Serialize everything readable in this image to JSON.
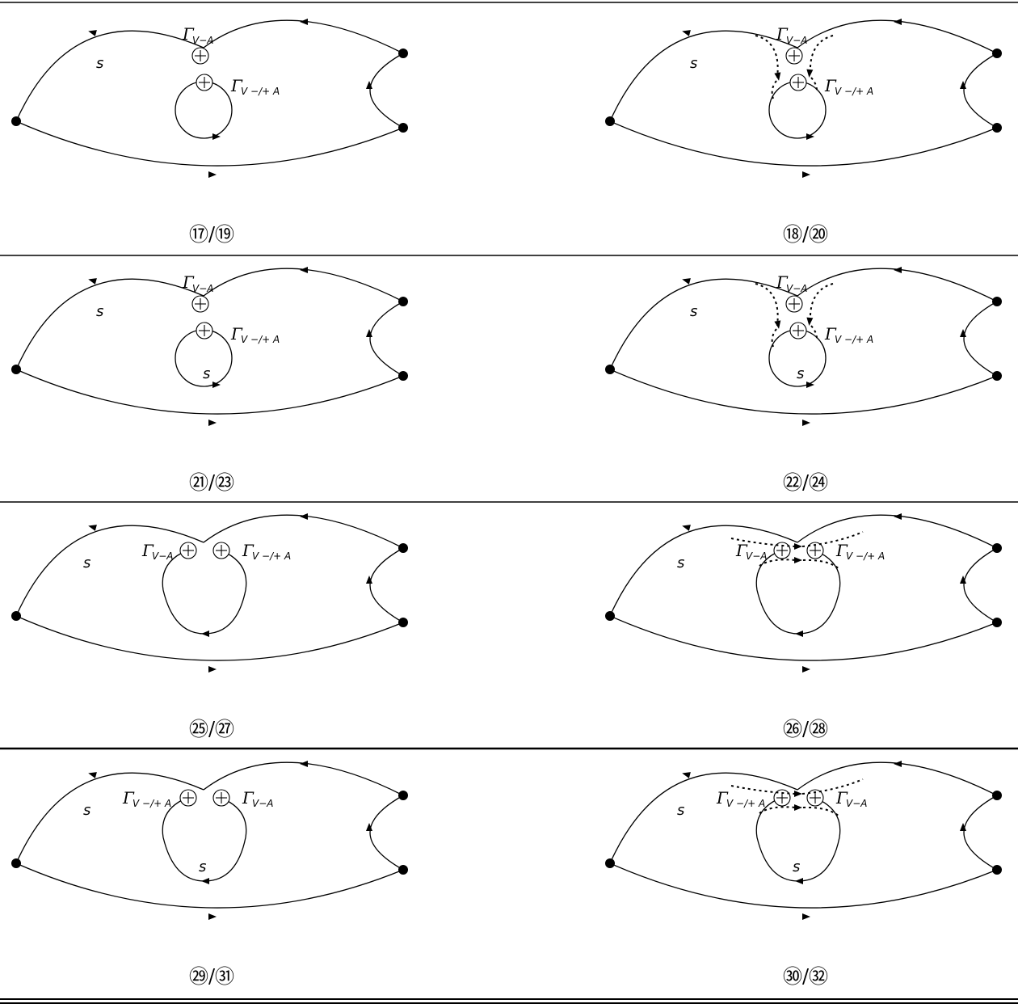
{
  "rows": [
    {
      "panels": [
        {
          "caption": "⑰/⑲",
          "variant": "A",
          "s_outer": "s",
          "s_loop": "",
          "top_label": {
            "gamma": "Γ",
            "sub": "V−A"
          },
          "second_label": {
            "gamma": "Γ",
            "sub": "V −/+ A"
          },
          "gluon": false
        },
        {
          "caption": "⑱/⑳",
          "variant": "A",
          "s_outer": "s",
          "s_loop": "",
          "top_label": {
            "gamma": "Γ",
            "sub": "V−A"
          },
          "second_label": {
            "gamma": "Γ",
            "sub": "V −/+ A"
          },
          "gluon": true
        }
      ]
    },
    {
      "panels": [
        {
          "caption": "㉑/㉓",
          "variant": "A",
          "s_outer": "s",
          "s_loop": "s",
          "top_label": {
            "gamma": "Γ",
            "sub": "V−A"
          },
          "second_label": {
            "gamma": "Γ",
            "sub": "V −/+ A"
          },
          "gluon": false
        },
        {
          "caption": "㉒/㉔",
          "variant": "A",
          "s_outer": "s",
          "s_loop": "s",
          "top_label": {
            "gamma": "Γ",
            "sub": "V−A"
          },
          "second_label": {
            "gamma": "Γ",
            "sub": "V −/+ A"
          },
          "gluon": true
        }
      ]
    },
    {
      "panels": [
        {
          "caption": "㉕/㉗",
          "variant": "B",
          "s_outer": "s",
          "s_loop": "",
          "left_label": {
            "gamma": "Γ",
            "sub": "V−A"
          },
          "right_label": {
            "gamma": "Γ",
            "sub": "V −/+ A"
          },
          "gluon": false
        },
        {
          "caption": "㉖/㉘",
          "variant": "B",
          "s_outer": "s",
          "s_loop": "",
          "left_label": {
            "gamma": "Γ",
            "sub": "V−A"
          },
          "right_label": {
            "gamma": "Γ",
            "sub": "V −/+ A"
          },
          "gluon": true
        }
      ]
    },
    {
      "panels": [
        {
          "caption": "㉙/㉛",
          "variant": "B",
          "s_outer": "s",
          "s_loop": "s",
          "left_label": {
            "gamma": "Γ",
            "sub": "V −/+ A"
          },
          "right_label": {
            "gamma": "Γ",
            "sub": "V−A"
          },
          "gluon": false
        },
        {
          "caption": "㉚/㉜",
          "variant": "B",
          "s_outer": "s",
          "s_loop": "s",
          "left_label": {
            "gamma": "Γ",
            "sub": "V −/+ A"
          },
          "right_label": {
            "gamma": "Γ",
            "sub": "V−A"
          },
          "gluon": true
        }
      ]
    }
  ]
}
